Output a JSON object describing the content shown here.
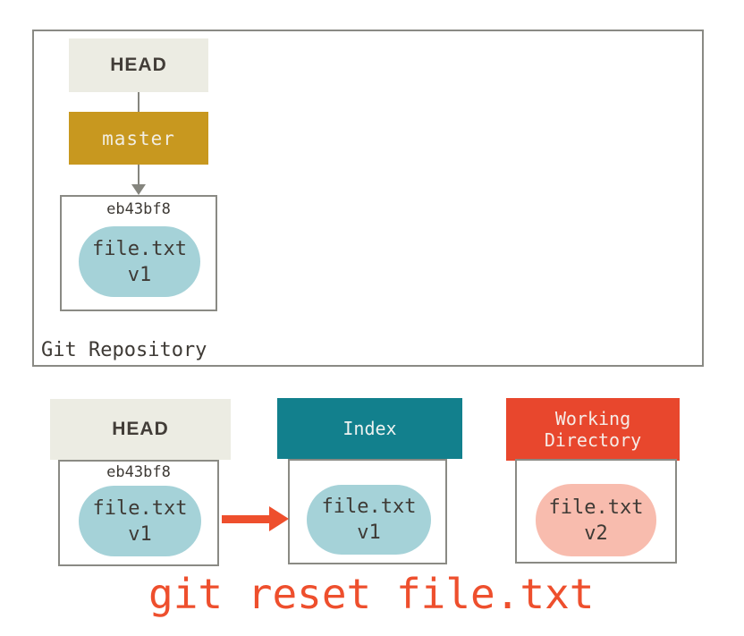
{
  "colors": {
    "background": "#ffffff",
    "border_gray": "#8A8A84",
    "connector_gray": "#85857E",
    "head_bg": "#ECECE3",
    "branch_bg": "#C8981F",
    "index_bg": "#12808D",
    "working_directory_bg": "#E8472D",
    "blob_v1_bg": "#A5D2D8",
    "blob_v2_bg": "#F8BCAE",
    "dark_text": "#3E3A35",
    "accent_red": "#EE4F2D"
  },
  "icons": {
    "arrow_down": "▼",
    "arrow_right": "➤"
  },
  "repository": {
    "label": "Git Repository",
    "head_label": "HEAD",
    "branch_label": "master",
    "commit": {
      "id": "eb43bf8",
      "file_name": "file.txt",
      "file_version": "v1"
    }
  },
  "columns": {
    "head": {
      "title": "HEAD",
      "commit_id": "eb43bf8",
      "file_name": "file.txt",
      "file_version": "v1"
    },
    "index": {
      "title": "Index",
      "file_name": "file.txt",
      "file_version": "v1"
    },
    "working_directory": {
      "title_lines": [
        "Working",
        "Directory"
      ],
      "file_name": "file.txt",
      "file_version": "v2"
    }
  },
  "caption": "git reset file.txt"
}
